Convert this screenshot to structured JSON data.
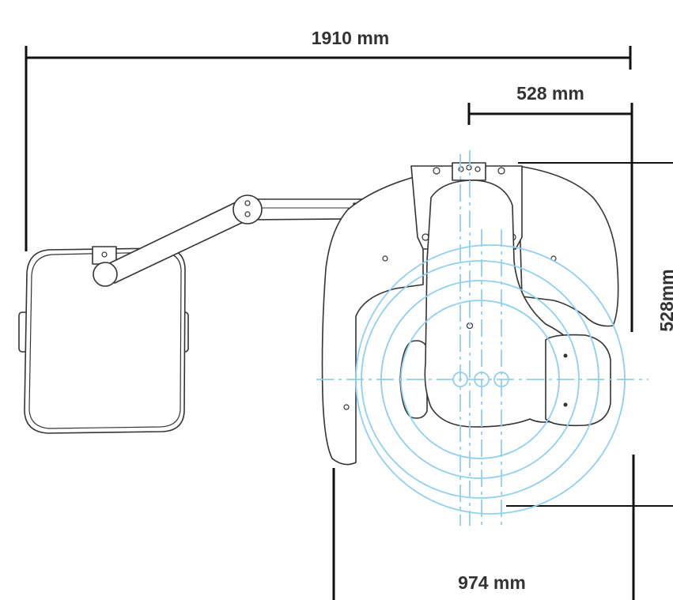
{
  "dimensions": {
    "overall_width": "1910 mm",
    "arm_offset": "528 mm",
    "depth": "528mm",
    "base_width": "974 mm"
  },
  "colors": {
    "outline": "#333333",
    "dimension_line": "#111111",
    "range_circles": "#8fd0f2",
    "background": "#ffffff"
  }
}
